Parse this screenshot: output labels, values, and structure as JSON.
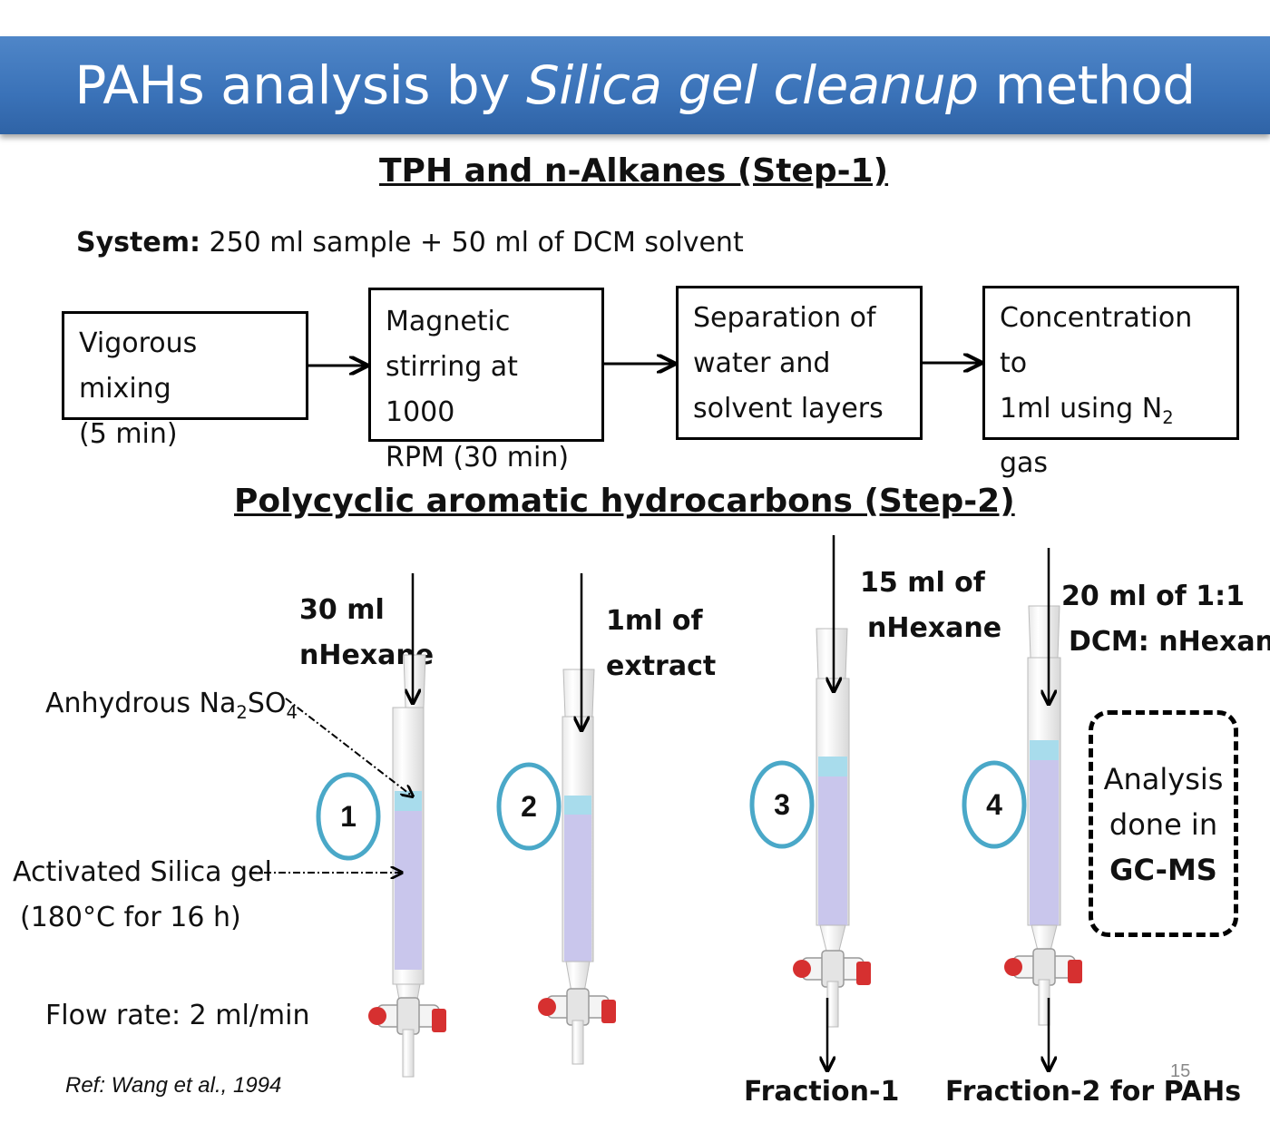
{
  "title": {
    "part1": "PAHs analysis by ",
    "italic": "Silica gel cleanup",
    "part2": " method"
  },
  "step1": {
    "heading": "TPH and n-Alkanes (Step-1)",
    "system_label": "System:",
    "system_text": " 250 ml sample + 50 ml of DCM solvent",
    "boxes": [
      {
        "line1": "Vigorous mixing",
        "line2": "(5 min)"
      },
      {
        "line1": "Magnetic",
        "line2": "stirring at 1000",
        "line3": "RPM (30 min)"
      },
      {
        "line1": "Separation of",
        "line2": "water and",
        "line3": "solvent layers"
      },
      {
        "line1": "Concentration to",
        "line2a": "1ml using N",
        "sub": "2",
        "line2b": " gas"
      }
    ]
  },
  "step2": {
    "heading": "Polycyclic aromatic hydrocarbons (Step-2)",
    "columns": [
      {
        "number": "1",
        "label_l1": "30 ml",
        "label_l2": "nHexane"
      },
      {
        "number": "2",
        "label_l1": "1ml of",
        "label_l2": "extract"
      },
      {
        "number": "3",
        "label_l1": "15 ml of",
        "label_l2": "nHexane"
      },
      {
        "number": "4",
        "label_l1": "20 ml of 1:1",
        "label_l2": "DCM: nHexane"
      }
    ],
    "na2so4": {
      "a": "Anhydrous Na",
      "s1": "2",
      "b": "SO",
      "s2": "4"
    },
    "silica_l1": "Activated Silica gel",
    "silica_l2": "(180°C for 16 h)",
    "flow_rate": "Flow rate: 2 ml/min",
    "fraction1": "Fraction-1",
    "fraction2": "Fraction-2 for PAHs",
    "analysis_l1": "Analysis",
    "analysis_l2": "done in",
    "analysis_l3": "GC-MS"
  },
  "ref": "Ref: Wang et al., 1994",
  "page_number": "15",
  "colors": {
    "title_bar": "#3a72b8",
    "circle": "#4aa8c8",
    "silica": "#c9c6ec",
    "na2so4": "#a8dcec",
    "stopcock": "#d63030"
  }
}
